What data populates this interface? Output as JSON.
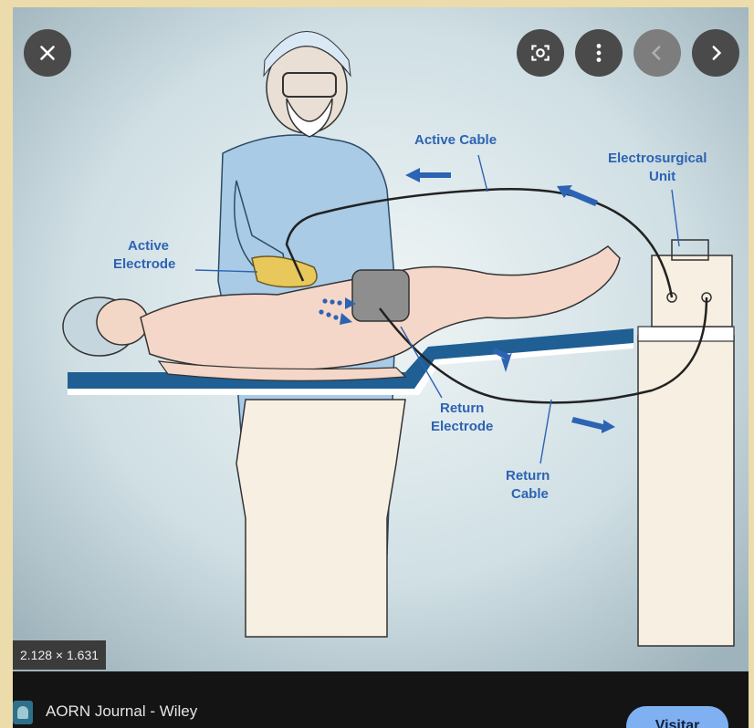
{
  "viewer": {
    "close_label": "close",
    "lens_label": "lens",
    "more_label": "more",
    "prev_label": "previous",
    "next_label": "next",
    "dimensions": "2.128 × 1.631"
  },
  "figure": {
    "labels": {
      "active_cable": "Active Cable",
      "esu_line1": "Electrosurgical",
      "esu_line2": "Unit",
      "active_electrode_line1": "Active",
      "active_electrode_line2": "Electrode",
      "return_electrode_line1": "Return",
      "return_electrode_line2": "Electrode",
      "return_cable_line1": "Return",
      "return_cable_line2": "Cable"
    }
  },
  "footer": {
    "source": "AORN Journal - Wiley",
    "visit_label": "Visitar"
  },
  "colors": {
    "label_blue": "#2d63b3",
    "gown_blue": "#a9cbe6",
    "table_blue": "#1f5f93",
    "background": "#cfdfe4"
  }
}
